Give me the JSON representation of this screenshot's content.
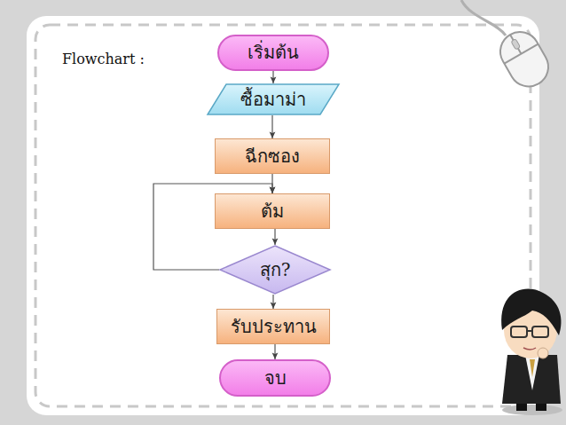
{
  "diagram": {
    "nodes": [
      {
        "text": [
          "เริ่มต้น"
        ]
      },
      {
        "text": [
          "ซื้อมาม่า"
        ]
      },
      {
        "text": [
          "ฉีกซอง"
        ]
      },
      {
        "text": [
          "ต้ม"
        ]
      },
      {
        "text": [
          "สุก?"
        ]
      },
      {
        "text": [
          "รับประทาน"
        ]
      },
      {
        "text": [
          "จบ"
        ]
      }
    ],
    "edges": [
      {
        "from": 0,
        "to": 1,
        "arrow": "to"
      },
      {
        "from": 1,
        "to": 2,
        "arrow": "to"
      },
      {
        "from": 2,
        "to": 3,
        "arrow": "to"
      },
      {
        "from": 3,
        "to": 4,
        "arrow": "to"
      },
      {
        "from": 4,
        "to": 3,
        "arrow": "to"
      },
      {
        "from": 4,
        "to": 5,
        "arrow": "to"
      },
      {
        "from": 5,
        "to": 6,
        "arrow": "to"
      }
    ],
    "labels": [
      "Flowchart :"
    ]
  }
}
